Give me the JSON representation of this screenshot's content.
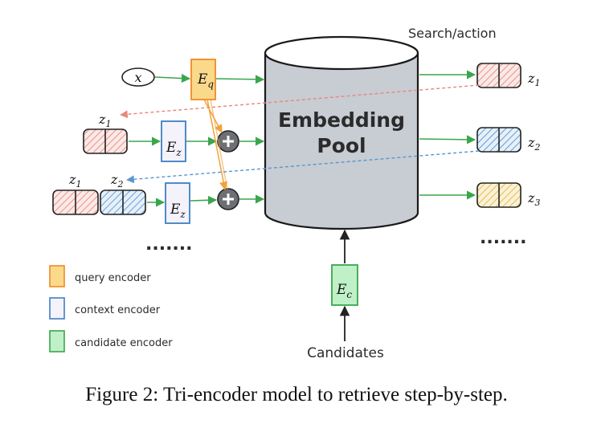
{
  "labels": {
    "search_action": "Search/action",
    "pool_line1": "Embedding",
    "pool_line2": "Pool",
    "candidates": "Candidates",
    "input_x": "x",
    "eq_base": "E",
    "eq_sub": "q",
    "ez_base": "E",
    "ez_sub": "z",
    "ec_base": "E",
    "ec_sub": "c",
    "z1_base": "z",
    "z1_sub": "1",
    "z2_base": "z",
    "z2_sub": "2",
    "z3_base": "z",
    "z3_sub": "3",
    "ellipsis": "......."
  },
  "legend": {
    "query": "query encoder",
    "context": "context encoder",
    "candidate": "candidate encoder"
  },
  "caption": "Figure 2: Tri-encoder model to retrieve step-by-step.",
  "colors": {
    "query_fill": "#fbd98a",
    "query_stroke": "#f08a24",
    "context_fill": "#f4f2fb",
    "context_stroke": "#3d7fc4",
    "candidate_fill": "#bff0c7",
    "candidate_stroke": "#3aa64c",
    "pool_fill": "#c8ccd3",
    "arrow_green": "#3aa64c",
    "red_hatch": "#e37c72",
    "blue_hatch": "#4a8ac6",
    "yellow_hatch": "#d9b23a"
  }
}
